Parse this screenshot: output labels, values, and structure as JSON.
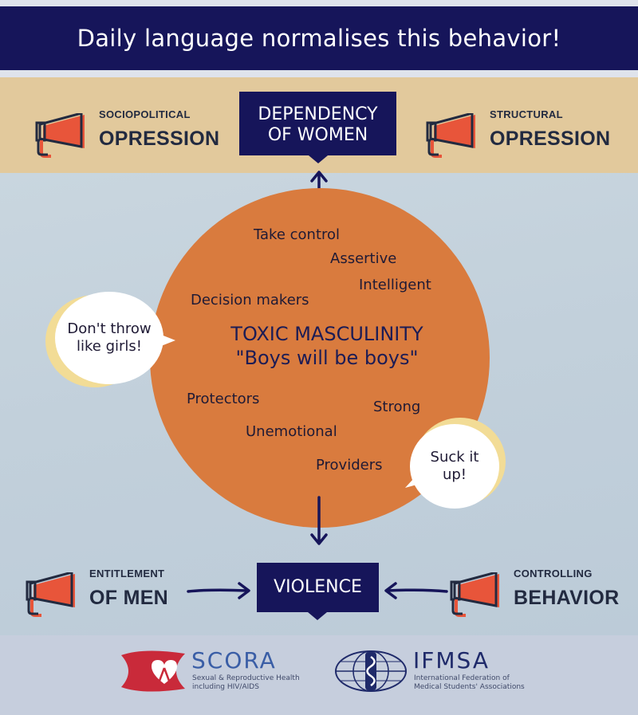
{
  "header": {
    "title": "Daily language normalises this behavior!"
  },
  "top": {
    "center_box": {
      "line1": "DEPENDENCY",
      "line2": "OF WOMEN"
    },
    "left": {
      "small": "SOCIOPOLITICAL",
      "big": "OPRESSION",
      "icon": "megaphone-icon"
    },
    "right": {
      "small": "STRUCTURAL",
      "big": "OPRESSION",
      "icon": "megaphone-icon"
    }
  },
  "circle": {
    "title": "TOXIC MASCULINITY",
    "subtitle": "\"Boys will be boys\"",
    "words": [
      "Take control",
      "Assertive",
      "Intelligent",
      "Decision makers",
      "Protectors",
      "Strong",
      "Unemotional",
      "Providers"
    ]
  },
  "bubbles": {
    "left": {
      "line1": "Don't throw",
      "line2": "like girls!"
    },
    "right": {
      "line1": "Suck it",
      "line2": "up!"
    }
  },
  "bottom": {
    "center_box": "VIOLENCE",
    "left": {
      "small": "ENTITLEMENT",
      "big": "OF MEN",
      "icon": "megaphone-icon"
    },
    "right": {
      "small": "CONTROLLING",
      "big": "BEHAVIOR",
      "icon": "megaphone-icon"
    }
  },
  "logos": {
    "scora": {
      "name": "SCORA",
      "line1": "Sexual & Reproductive Health",
      "line2": "including HIV/AIDS"
    },
    "ifmsa": {
      "name": "IFMSA",
      "line1": "International Federation of",
      "line2": "Medical Students' Associations"
    }
  },
  "colors": {
    "navy": "#16155a",
    "orange": "#d97b3e",
    "megaphone": "#e8553a",
    "tan": "#e2c99c"
  }
}
